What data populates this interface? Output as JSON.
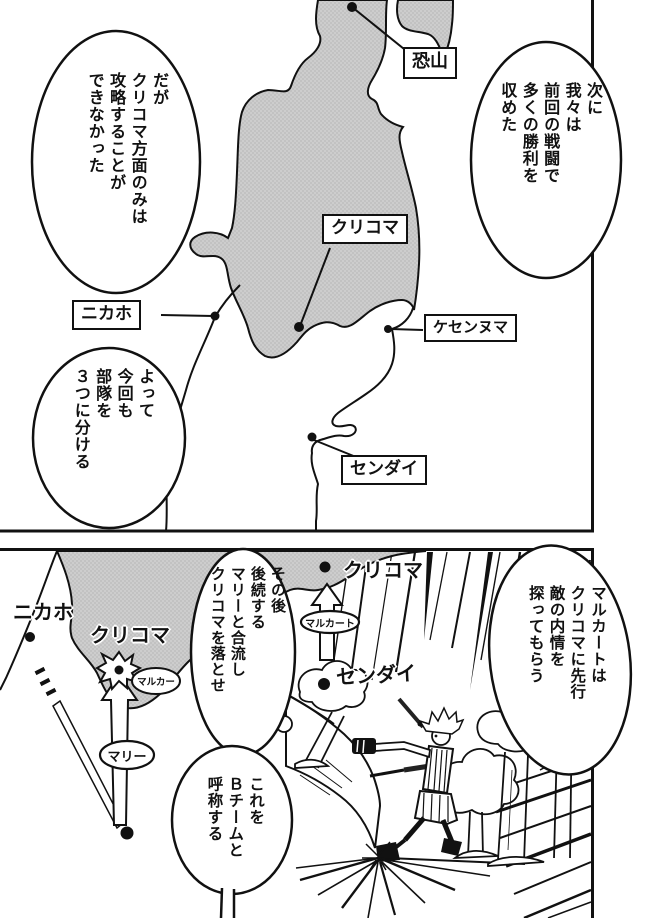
{
  "page": {
    "type_label": "manga page with strategy maps",
    "background": "#ffffff",
    "ink": "#1a1a1a",
    "tone_gray": "#c8c8c8"
  },
  "panel_top": {
    "speech_bubbles": [
      {
        "name": "bubble-daga",
        "text": "だが\nクリコマ方面のみは\n攻略することが\nできなかった"
      },
      {
        "name": "bubble-tsugini",
        "text": "次に\n我々は\n前回の戦闘で\n多くの勝利を\n収めた"
      },
      {
        "name": "bubble-yotte",
        "text": "よって\n今回も\n部隊を\n３つに分ける"
      }
    ],
    "map_labels": [
      {
        "name": "osorezan",
        "text": "恐山"
      },
      {
        "name": "kurikoma",
        "text": "クリコマ"
      },
      {
        "name": "nikaho",
        "text": "ニカホ"
      },
      {
        "name": "kesennuma",
        "text": "ケセンヌマ"
      },
      {
        "name": "sendai",
        "text": "センダイ"
      }
    ]
  },
  "panel_bottom": {
    "speech_bubbles": [
      {
        "name": "bubble-marcato",
        "text": "マルカートは\nクリコマに先行\n敵の内情を\n探ってもらう"
      },
      {
        "name": "bubble-sonogo",
        "text": "その後\n後続する\nマリーと合流し\nクリコマを落とせ"
      },
      {
        "name": "bubble-bteam",
        "text": "これを\nＢチームと\n呼称する"
      }
    ],
    "map_labels": [
      {
        "name": "nikaho-west",
        "text": "ニカホ"
      },
      {
        "name": "kurikoma-west",
        "text": "クリコマ"
      },
      {
        "name": "kurikoma-north",
        "text": "クリコマ"
      },
      {
        "name": "sendai-mid",
        "text": "センダイ"
      }
    ],
    "route_tags": [
      {
        "name": "tag-marcato-west",
        "text": "マルカー"
      },
      {
        "name": "tag-mari",
        "text": "マリー"
      },
      {
        "name": "tag-marcato-north",
        "text": "マルカート"
      }
    ]
  }
}
